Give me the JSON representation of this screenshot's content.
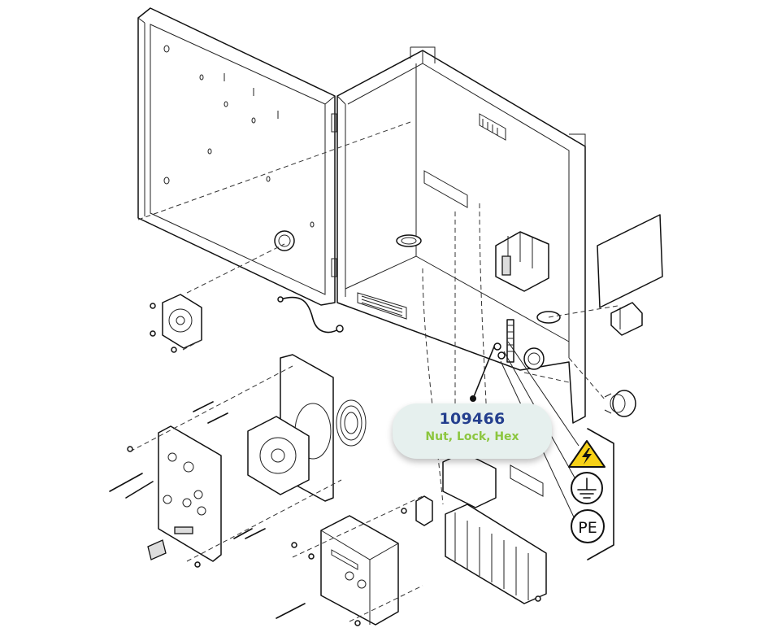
{
  "callout": {
    "part_number": "109466",
    "description": "Nut, Lock, Hex"
  },
  "symbols": {
    "pe_label": "PE",
    "icons": [
      "high-voltage-warning-icon",
      "ground-icon",
      "protective-earth-icon"
    ]
  },
  "colors": {
    "callout_bg": "#e6f0ee",
    "part_number": "#243f8e",
    "description": "#8cc63f",
    "warning_yellow": "#f7d117"
  }
}
